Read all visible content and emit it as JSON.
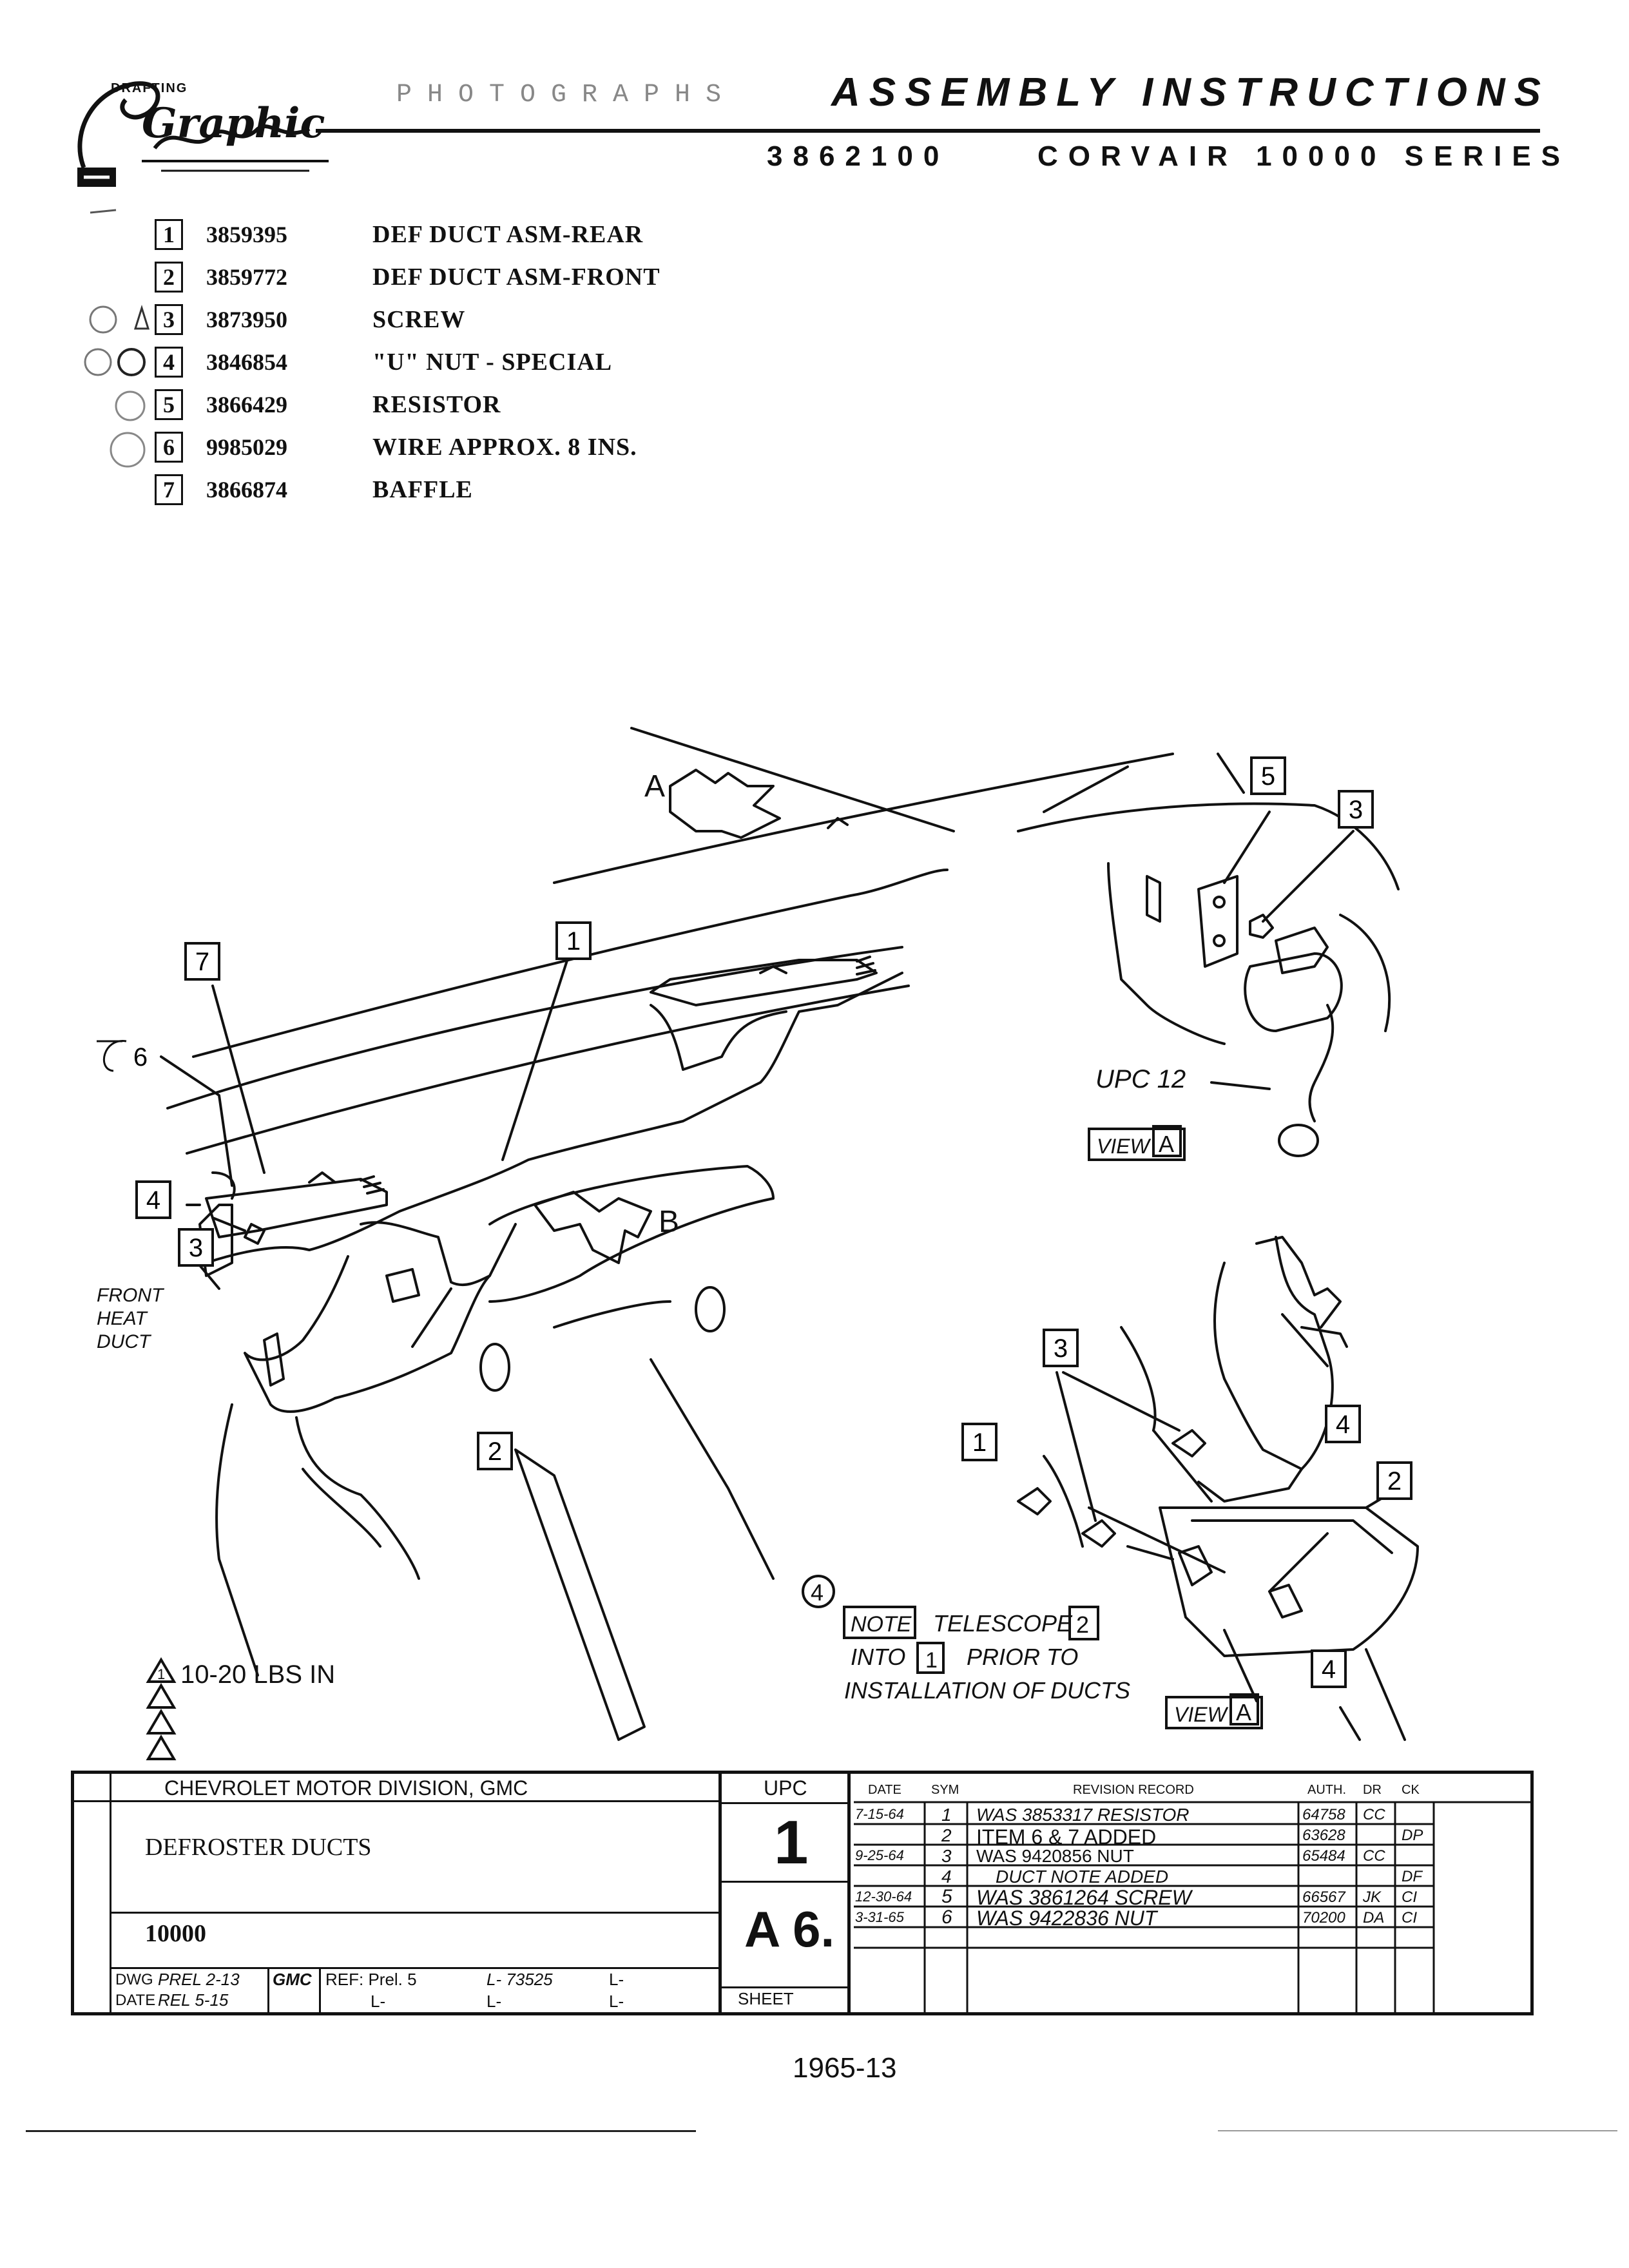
{
  "header": {
    "logo_top": "DRAFTING",
    "logo_script": "Graphic",
    "faint_text": "PHOTOGRAPHS",
    "title": "ASSEMBLY INSTRUCTIONS",
    "part_number": "3862100",
    "series": "CORVAIR 10000 SERIES"
  },
  "parts": [
    {
      "item": "1",
      "number": "3859395",
      "description": "DEF DUCT ASM-REAR"
    },
    {
      "item": "2",
      "number": "3859772",
      "description": "DEF DUCT ASM-FRONT"
    },
    {
      "item": "3",
      "number": "3873950",
      "description": "SCREW"
    },
    {
      "item": "4",
      "number": "3846854",
      "description": "\"U\" NUT -  SPECIAL"
    },
    {
      "item": "5",
      "number": "3866429",
      "description": "RESISTOR"
    },
    {
      "item": "6",
      "number": "9985029",
      "description": "WIRE  APPROX.  8  INS."
    },
    {
      "item": "7",
      "number": "3866874",
      "description": "BAFFLE"
    }
  ],
  "diagram": {
    "view_a_label": "A",
    "view_b_label": "B",
    "callouts": {
      "c1": "1",
      "c2": "2",
      "c3": "3",
      "c4": "4",
      "c5": "5",
      "c6": "6",
      "c7": "7"
    },
    "front_heat_duct": [
      "FRONT",
      "HEAT",
      "DUCT"
    ],
    "upc_label": "UPC 12",
    "view_text": "VIEW",
    "view_letter": "A",
    "note_circle": "4",
    "note_box": "NOTE",
    "note_line1": "TELESCOPE",
    "note_line2_a": "INTO",
    "note_line2_b": "PRIOR TO",
    "note_line3": "INSTALLATION OF DUCTS",
    "torque_symbol": "1",
    "torque_text": "10-20  LBS  IN"
  },
  "title_block": {
    "division": "CHEVROLET MOTOR DIVISION, GMC",
    "title": "DEFROSTER DUCTS",
    "series": "10000",
    "dwg_label": "DWG",
    "dwg_prel": "PREL 2-13",
    "date_label": "DATE",
    "date_rel": "REL 5-15",
    "initials": "GMC",
    "ref": "REF: Prel. 5",
    "ref_l1": "L- 73525",
    "ref_l2": "L-",
    "ref_l3": "L-",
    "ref_l4": "L-",
    "ref_l5": "L-",
    "upc_header": "UPC",
    "upc_value": "1",
    "sheet_code": "A 6.",
    "sheet_label": "SHEET",
    "rev_headers": {
      "date": "DATE",
      "sym": "SYM",
      "record": "REVISION RECORD",
      "auth": "AUTH.",
      "dr": "DR",
      "ck": "CK"
    },
    "revisions": [
      {
        "date": "7-15-64",
        "sym": "1",
        "record": "WAS 3853317 RESISTOR",
        "auth": "64758",
        "dr": "CC",
        "ck": ""
      },
      {
        "date": "",
        "sym": "2",
        "record": "ITEM 6 & 7 ADDED",
        "auth": "63628",
        "dr": "",
        "ck": "DP"
      },
      {
        "date": "9-25-64",
        "sym": "3",
        "record": "WAS 9420856  NUT",
        "auth": "65484",
        "dr": "CC",
        "ck": ""
      },
      {
        "date": "",
        "sym": "4",
        "record": "DUCT NOTE ADDED",
        "auth": "",
        "dr": "",
        "ck": "DF"
      },
      {
        "date": "12-30-64",
        "sym": "5",
        "record": "WAS 3861264 SCREW",
        "auth": "66567",
        "dr": "JK",
        "ck": "CI"
      },
      {
        "date": "3-31-65",
        "sym": "6",
        "record": "WAS 9422836 NUT",
        "auth": "70200",
        "dr": "DA",
        "ck": "CI"
      }
    ]
  },
  "footer": {
    "page_code": "1965-13"
  }
}
